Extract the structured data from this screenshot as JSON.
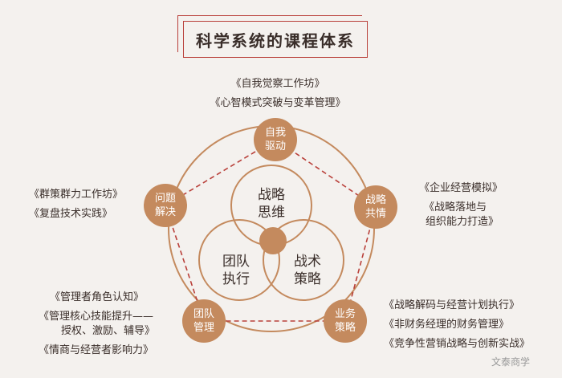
{
  "title": "科学系统的课程体系",
  "center": {
    "top": [
      "战略",
      "思维"
    ],
    "left": [
      "团队",
      "执行"
    ],
    "right": [
      "战术",
      "策略"
    ]
  },
  "nodes": {
    "top": [
      "自我",
      "驱动"
    ],
    "right": [
      "战略",
      "共情"
    ],
    "bottom_right": [
      "业务",
      "策略"
    ],
    "bottom_left": [
      "团队",
      "管理"
    ],
    "left": [
      "问题",
      "解决"
    ]
  },
  "courses": {
    "top": [
      "《自我觉察工作坊》",
      "《心智模式突破与变革管理》"
    ],
    "right": [
      "《企业经营模拟》",
      "《战略落地与",
      "组织能力打造》"
    ],
    "bottom_right": [
      "《战略解码与经营计划执行》",
      "《非财务经理的财务管理》",
      "《竞争性营销战略与创新实战》"
    ],
    "bottom_left": [
      "《管理者角色认知》",
      "《管理核心技能提升——",
      "授权、激励、辅导》",
      "《情商与经营者影响力》"
    ],
    "left": [
      "《群策群力工作坊》",
      "《复盘技术实践》"
    ]
  },
  "watermark": "文泰商学",
  "colors": {
    "accent": "#c48a5e",
    "dash": "#b9403a",
    "title_border": "#b9403a"
  }
}
